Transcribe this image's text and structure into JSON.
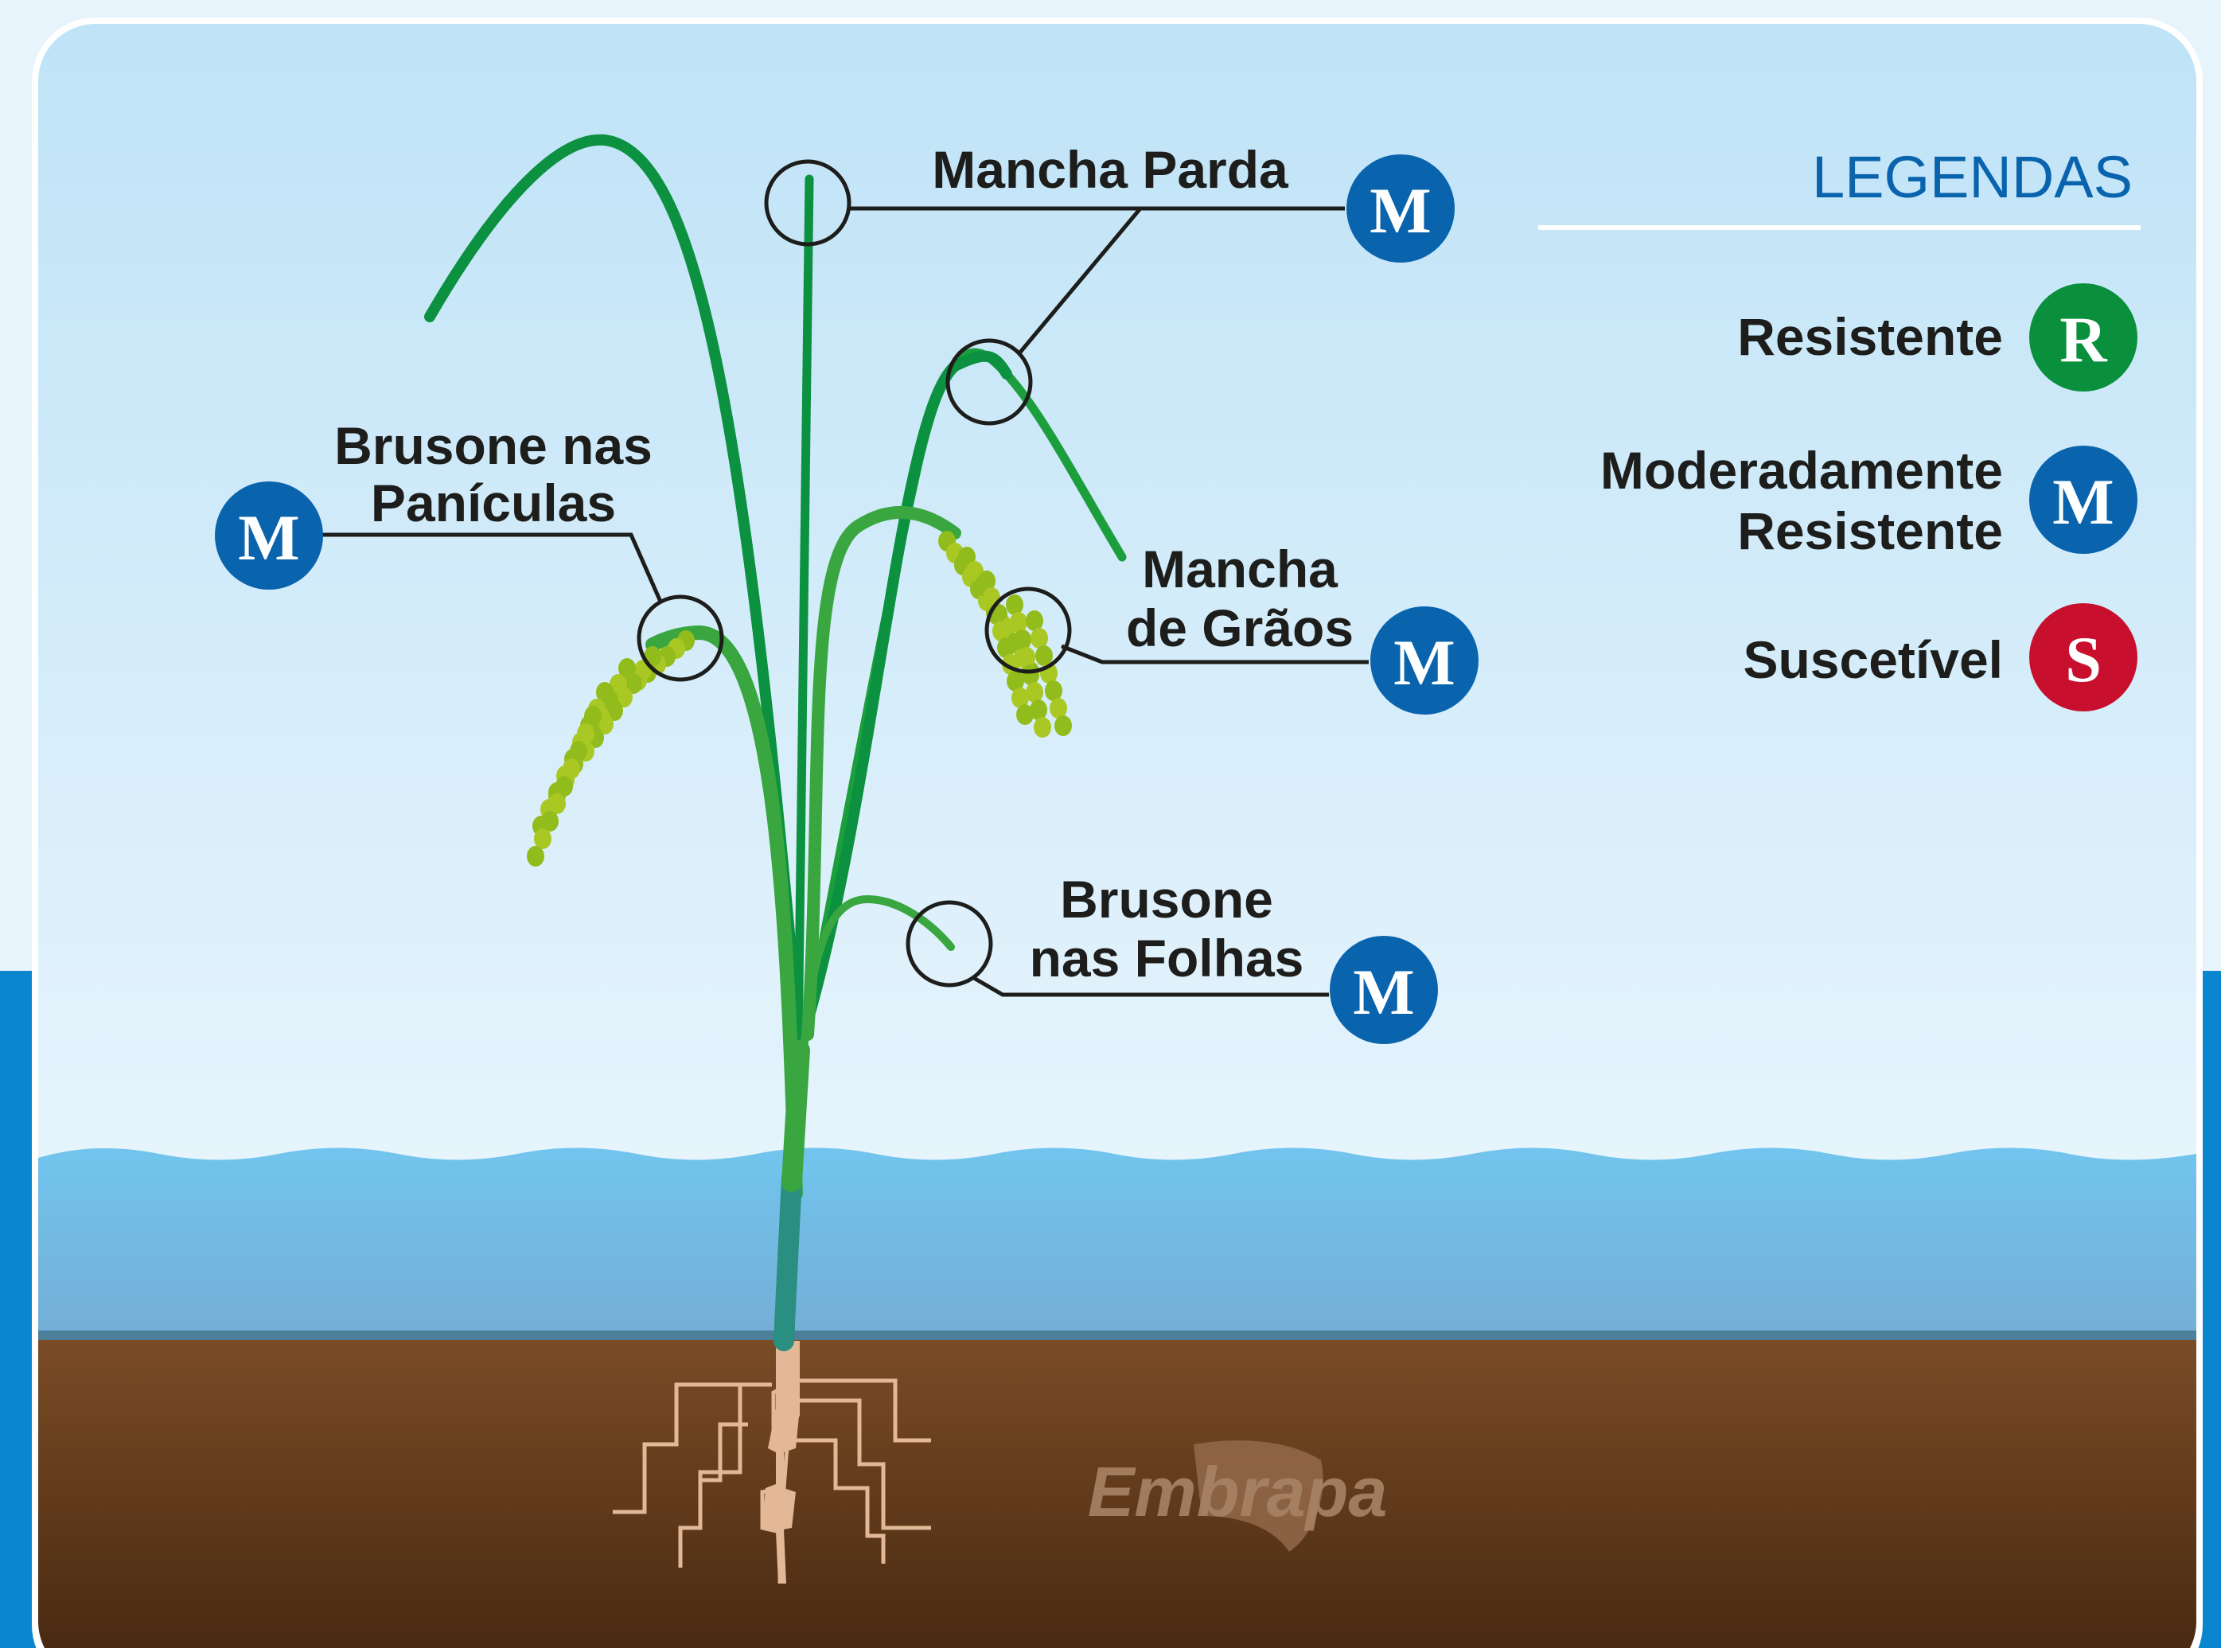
{
  "colors": {
    "resistant": "#0a8f3c",
    "moderate": "#0a64ad",
    "susceptible": "#c8102e",
    "sky_top": "#bfe3f7",
    "water": "#6fc1ea",
    "soil_top": "#7a4a25",
    "soil_bottom": "#4a2a14",
    "frame_blue": "#0a86cf",
    "plant_green": "#1a9a3c",
    "grain_green": "#9cc420",
    "root": "#e2b896"
  },
  "diseases": [
    {
      "id": "mancha-parda",
      "lines": [
        "Mancha Parda"
      ],
      "rating": "M"
    },
    {
      "id": "brusone-paniculas",
      "lines": [
        "Brusone nas",
        "Panículas"
      ],
      "rating": "M"
    },
    {
      "id": "mancha-graos",
      "lines": [
        "Mancha",
        "de Grãos"
      ],
      "rating": "M"
    },
    {
      "id": "brusone-folhas",
      "lines": [
        "Brusone",
        "nas Folhas"
      ],
      "rating": "M"
    }
  ],
  "legend": {
    "title": "LEGENDAS",
    "items": [
      {
        "lines": [
          "Resistente"
        ],
        "letter": "R",
        "status": "resistant"
      },
      {
        "lines": [
          "Moderadamente",
          "Resistente"
        ],
        "letter": "M",
        "status": "moderate"
      },
      {
        "lines": [
          "Suscetível"
        ],
        "letter": "S",
        "status": "susceptible"
      }
    ]
  },
  "brand": {
    "logo_text": "Embrapa"
  }
}
